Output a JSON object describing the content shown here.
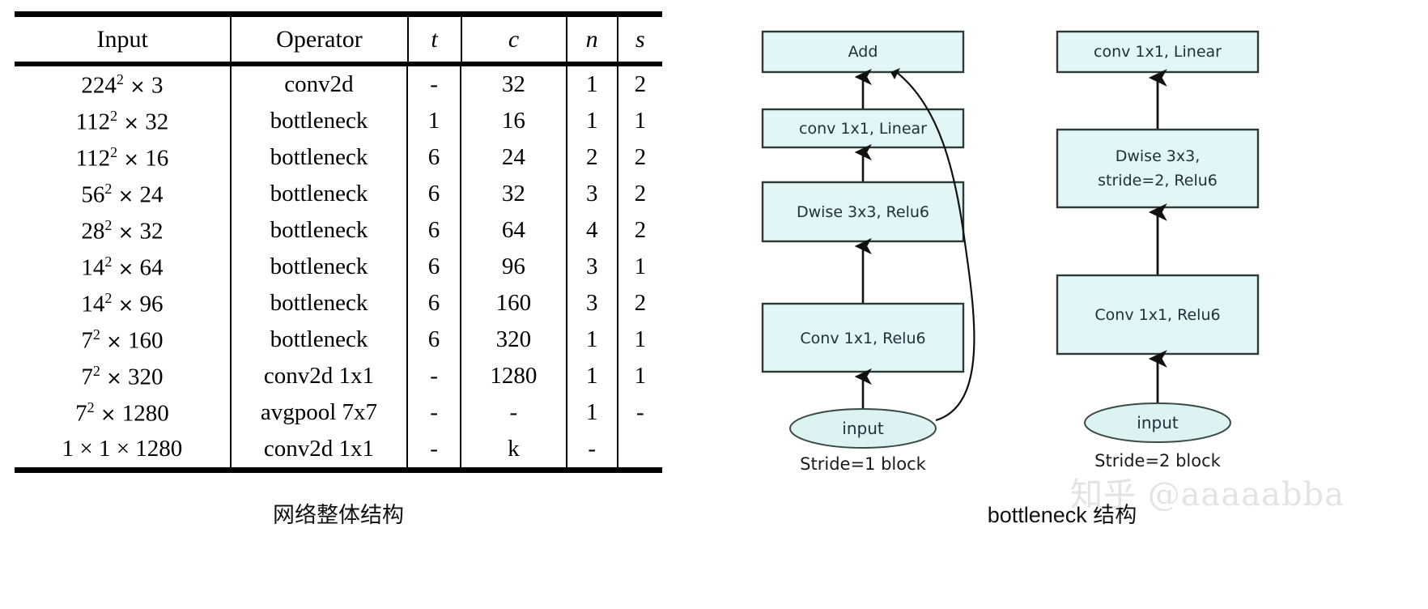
{
  "table": {
    "caption": "网络整体结构",
    "headers": [
      "Input",
      "Operator",
      "t",
      "c",
      "n",
      "s"
    ],
    "rows": [
      {
        "input_base": "224",
        "input_exp": "2",
        "input_mul": "3",
        "operator": "conv2d",
        "t": "-",
        "c": "32",
        "n": "1",
        "s": "2"
      },
      {
        "input_base": "112",
        "input_exp": "2",
        "input_mul": "32",
        "operator": "bottleneck",
        "t": "1",
        "c": "16",
        "n": "1",
        "s": "1"
      },
      {
        "input_base": "112",
        "input_exp": "2",
        "input_mul": "16",
        "operator": "bottleneck",
        "t": "6",
        "c": "24",
        "n": "2",
        "s": "2"
      },
      {
        "input_base": "56",
        "input_exp": "2",
        "input_mul": "24",
        "operator": "bottleneck",
        "t": "6",
        "c": "32",
        "n": "3",
        "s": "2"
      },
      {
        "input_base": "28",
        "input_exp": "2",
        "input_mul": "32",
        "operator": "bottleneck",
        "t": "6",
        "c": "64",
        "n": "4",
        "s": "2"
      },
      {
        "input_base": "14",
        "input_exp": "2",
        "input_mul": "64",
        "operator": "bottleneck",
        "t": "6",
        "c": "96",
        "n": "3",
        "s": "1"
      },
      {
        "input_base": "14",
        "input_exp": "2",
        "input_mul": "96",
        "operator": "bottleneck",
        "t": "6",
        "c": "160",
        "n": "3",
        "s": "2"
      },
      {
        "input_base": "7",
        "input_exp": "2",
        "input_mul": "160",
        "operator": "bottleneck",
        "t": "6",
        "c": "320",
        "n": "1",
        "s": "1"
      },
      {
        "input_base": "7",
        "input_exp": "2",
        "input_mul": "320",
        "operator": "conv2d 1x1",
        "t": "-",
        "c": "1280",
        "n": "1",
        "s": "1"
      },
      {
        "input_base": "7",
        "input_exp": "2",
        "input_mul": "1280",
        "operator": "avgpool 7x7",
        "t": "-",
        "c": "-",
        "n": "1",
        "s": "-"
      },
      {
        "input_plain": "1 × 1 × 1280",
        "operator": "conv2d 1x1",
        "t": "-",
        "c": "k",
        "n": "-",
        "s": ""
      }
    ]
  },
  "diagram": {
    "caption": "bottleneck 结构",
    "stride1": {
      "label": "Stride=1 block",
      "boxes": [
        {
          "id": "add",
          "text": "Add"
        },
        {
          "id": "conv-linear",
          "text": "conv 1x1, Linear"
        },
        {
          "id": "dwise",
          "text": "Dwise 3x3, Relu6"
        },
        {
          "id": "conv-relu",
          "text": "Conv 1x1, Relu6"
        }
      ],
      "input": "input"
    },
    "stride2": {
      "label": "Stride=2 block",
      "boxes": [
        {
          "id": "conv-linear",
          "text": "conv 1x1, Linear"
        },
        {
          "id": "dwise-l1",
          "text": "Dwise 3x3,"
        },
        {
          "id": "dwise-l2",
          "text": "stride=2, Relu6"
        },
        {
          "id": "conv-relu",
          "text": "Conv 1x1, Relu6"
        }
      ],
      "input": "input"
    }
  },
  "watermark": {
    "text": "知乎 @aaaaabba"
  },
  "colors": {
    "box_fill": "#e3f6f7",
    "box_stroke": "#2b3a36",
    "ellipse_fill": "#ddf2f3",
    "ellipse_stroke": "#3a4a46",
    "arrow": "#111111",
    "rule": "#000000",
    "watermark": "#e3e3e3"
  }
}
